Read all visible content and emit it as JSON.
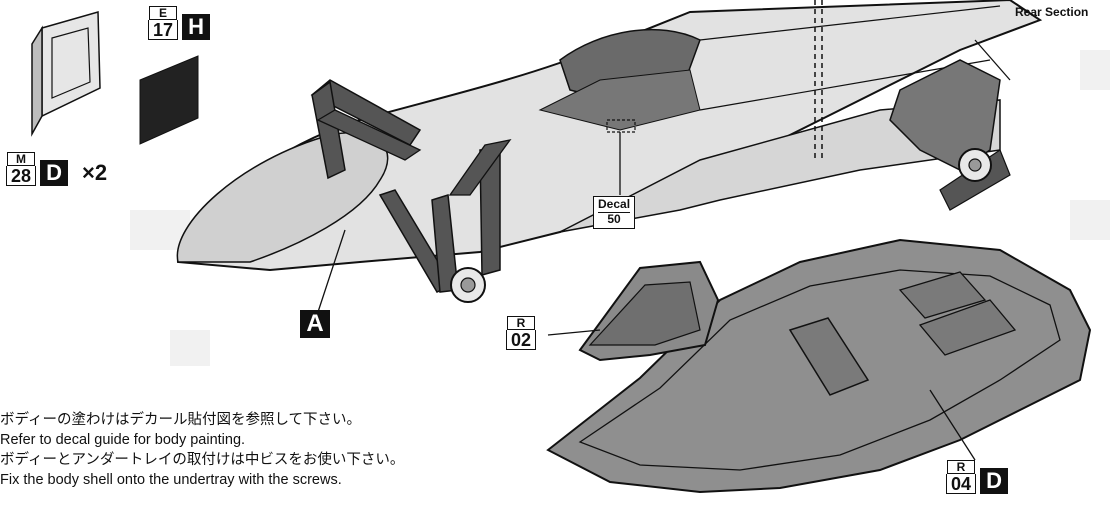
{
  "labels": {
    "rear_section": "Rear Section",
    "part_a": "A",
    "multiplier": "×2"
  },
  "codes": {
    "e17h": {
      "top": "E",
      "bottom": "17",
      "letter": "H"
    },
    "m28d": {
      "top": "M",
      "bottom": "28",
      "letter": "D"
    },
    "r02": {
      "top": "R",
      "bottom": "02"
    },
    "r04d": {
      "top": "R",
      "bottom": "04",
      "letter": "D"
    }
  },
  "decal": {
    "line1": "Decal",
    "line2": "50"
  },
  "notes": [
    "ボディーの塗わけはデカール貼付図を参照して下さい。",
    "Refer to decal guide for body painting.",
    "ボディーとアンダートレイの取付けは中ビスをお使い下さい。",
    "Fix the body shell onto the undertray with the screws."
  ],
  "colors": {
    "body_fill": "#dcdcdc",
    "undertray_fill": "#8a8a8a",
    "suspension_fill": "#555555",
    "outline": "#111111"
  }
}
